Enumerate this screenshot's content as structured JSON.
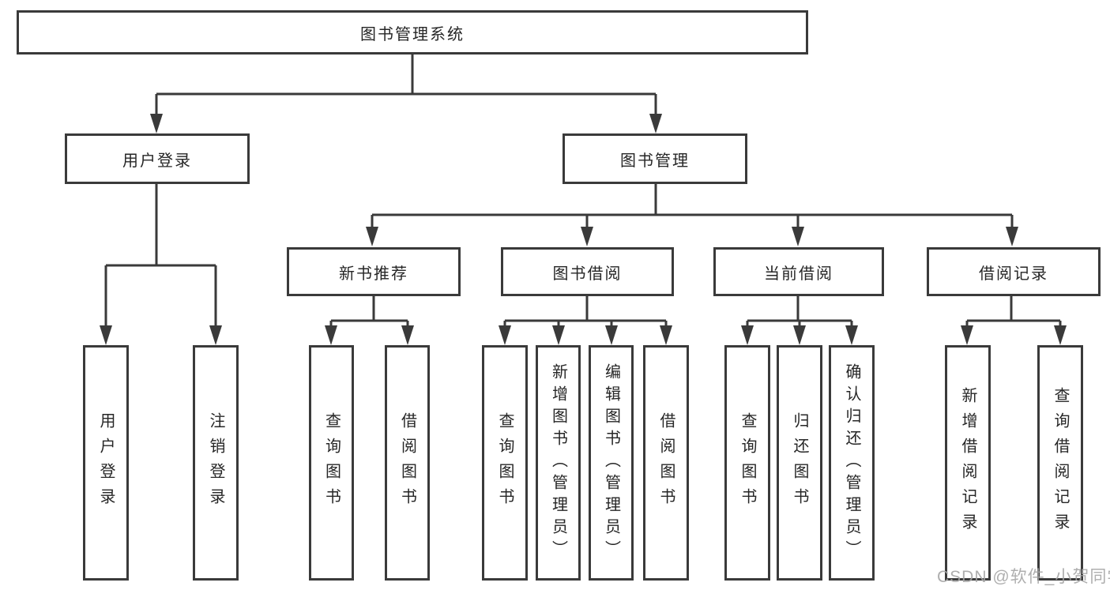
{
  "tree": {
    "root": {
      "label": "图书管理系统"
    },
    "branches": [
      {
        "label": "用户登录",
        "leaves": [
          {
            "label": "用户登录"
          },
          {
            "label": "注销登录"
          }
        ]
      },
      {
        "label": "图书管理",
        "groups": [
          {
            "label": "新书推荐",
            "leaves": [
              {
                "label": "查询图书"
              },
              {
                "label": "借阅图书"
              }
            ]
          },
          {
            "label": "图书借阅",
            "leaves": [
              {
                "label": "查询图书"
              },
              {
                "label": "新增图书（管理员）"
              },
              {
                "label": "编辑图书（管理员）"
              },
              {
                "label": "借阅图书"
              }
            ]
          },
          {
            "label": "当前借阅",
            "leaves": [
              {
                "label": "查询图书"
              },
              {
                "label": "归还图书"
              },
              {
                "label": "确认归还（管理员）"
              }
            ]
          },
          {
            "label": "借阅记录",
            "leaves": [
              {
                "label": "新增借阅记录"
              },
              {
                "label": "查询借阅记录"
              }
            ]
          }
        ]
      }
    ]
  },
  "watermark": {
    "text": "CSDN @软件_小贺同学"
  },
  "colors": {
    "line": "#3a3a3a",
    "text": "#262626",
    "watermark": "#a6a6a6"
  }
}
